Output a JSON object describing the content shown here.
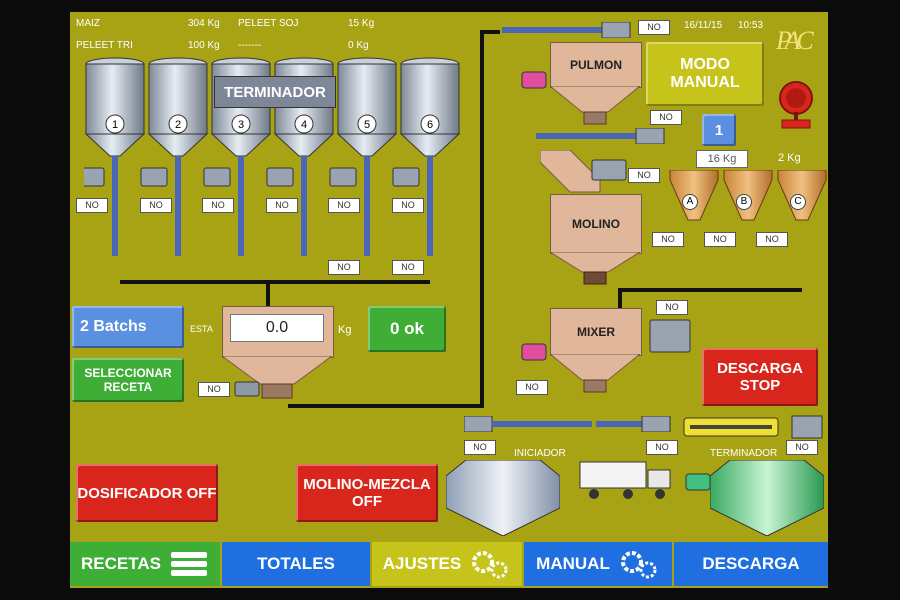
{
  "header": {
    "ingredients": [
      {
        "name": "MAIZ",
        "qty": "304 Kg"
      },
      {
        "name": "PELEET SOJ",
        "qty": "15 Kg"
      },
      {
        "name": "PELEET TRI",
        "qty": "100 Kg"
      },
      {
        "name": "-------",
        "qty": "0 Kg"
      }
    ],
    "date": "16/11/15",
    "time": "10:53",
    "logo": "PAC"
  },
  "silos": {
    "labels": [
      "1",
      "2",
      "3",
      "4",
      "5",
      "6"
    ],
    "terminator_label": "TERMINADOR",
    "motor_status": [
      "NO",
      "NO",
      "NO",
      "NO",
      "NO",
      "NO",
      "NO",
      "NO"
    ]
  },
  "scale": {
    "batches_label": "2 Batchs",
    "esta_label": "ESTA",
    "weight_value": "0.0",
    "unit": "Kg",
    "ok_label": "0 ok",
    "select_recipe_label": "SELECCIONAR RECETA",
    "motor_status": "NO"
  },
  "pulmon": {
    "label": "PULMON",
    "status_top": "NO",
    "status_bottom": "NO"
  },
  "molino": {
    "label": "MOLINO",
    "status": "NO",
    "status_motor": "NO"
  },
  "modo_button": {
    "label": "MODO MANUAL"
  },
  "additives": {
    "counter": "1",
    "qty_large": "16 Kg",
    "qty_small": "2 Kg",
    "hoppers": [
      "A",
      "B",
      "C"
    ],
    "status": [
      "NO",
      "NO",
      "NO"
    ]
  },
  "mixer": {
    "label": "MIXER",
    "status_top": "NO",
    "status_bottom": "NO"
  },
  "descarga_stop": {
    "label": "DESCARGA STOP"
  },
  "bottom": {
    "iniciador_label": "INICIADOR",
    "terminador_label": "TERMINADOR",
    "status_left": "NO",
    "status_mid": "NO",
    "status_right": "NO"
  },
  "controls": {
    "dosificador": "DOSIFICADOR OFF",
    "molino_mezcla": "MOLINO-MEZCLA OFF"
  },
  "tabs": [
    {
      "label": "RECETAS",
      "icon": "menu-icon",
      "color": "#3fae36"
    },
    {
      "label": "TOTALES",
      "icon": "",
      "color": "#1f6fe0"
    },
    {
      "label": "AJUSTES",
      "icon": "gears-icon",
      "color": "#c6c41a"
    },
    {
      "label": "MANUAL",
      "icon": "gears-icon",
      "color": "#1f6fe0"
    },
    {
      "label": "DESCARGA",
      "icon": "",
      "color": "#1f6fe0"
    }
  ],
  "colors": {
    "panel": "#a8a314",
    "red_button": "#d8261d",
    "green_button": "#3fae36",
    "blue_button": "#5b8fe0",
    "tan_equipment": "#e0b79a"
  }
}
